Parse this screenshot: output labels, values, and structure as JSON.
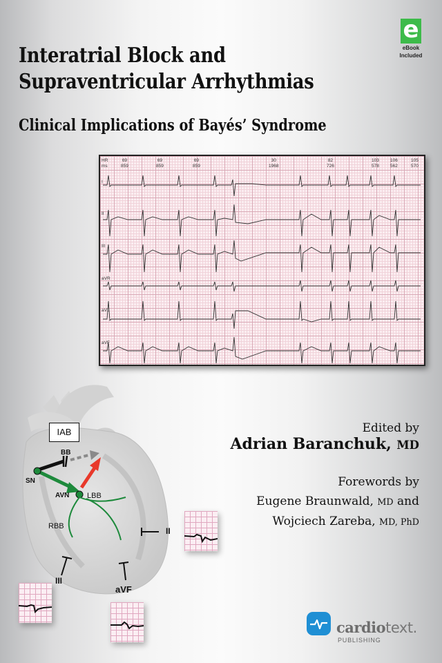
{
  "cover": {
    "title_line1": "Interatrial Block and",
    "title_line2": "Supraventricular Arrhythmias",
    "subtitle": "Clinical Implications of Bayés’ Syndrome",
    "ebook_badge": {
      "glyph": "e",
      "line1": "eBook",
      "line2": "Included",
      "color": "#3dbb4a"
    },
    "ecg_strip": {
      "header_labels": {
        "hr": "HR",
        "ms": "ms"
      },
      "beats": [
        {
          "hr": "69",
          "ms": "859"
        },
        {
          "hr": "69",
          "ms": "859"
        },
        {
          "hr": "69",
          "ms": "859"
        },
        {
          "hr": "30",
          "ms": "1968"
        },
        {
          "hr": "82",
          "ms": "726"
        },
        {
          "hr": "103",
          "ms": "578"
        },
        {
          "hr": "106",
          "ms": "562"
        },
        {
          "hr": "105",
          "ms": "570"
        }
      ],
      "leads": [
        "I",
        "II",
        "III",
        "aVR",
        "aVL",
        "aVF"
      ]
    },
    "diagram": {
      "box_label": "IAB",
      "labels": {
        "bb": "BB",
        "sn": "SN",
        "avn": "AVN",
        "lbb": "LBB",
        "rbb": "RBB"
      },
      "lead_labels": {
        "ii": "II",
        "iii": "III",
        "avf": "aVF"
      },
      "colors": {
        "conduction": "#1e8a3c",
        "blocked": "#111111",
        "retro": "#e8392b"
      }
    },
    "credits": {
      "edited_by": "Edited by",
      "editor_name": "Adrian Baranchuk,",
      "editor_degree": "MD",
      "forewords_by": "Forewords by",
      "foreword1_name": "Eugene Braunwald,",
      "foreword1_degree": "MD",
      "foreword1_suffix": "and",
      "foreword2_name": "Wojciech Zareba,",
      "foreword2_degree": "MD, PhD"
    },
    "publisher": {
      "name_bold": "cardio",
      "name_light": "text.",
      "tagline": "PUBLISHING",
      "brand_color": "#1f8fd4"
    }
  }
}
